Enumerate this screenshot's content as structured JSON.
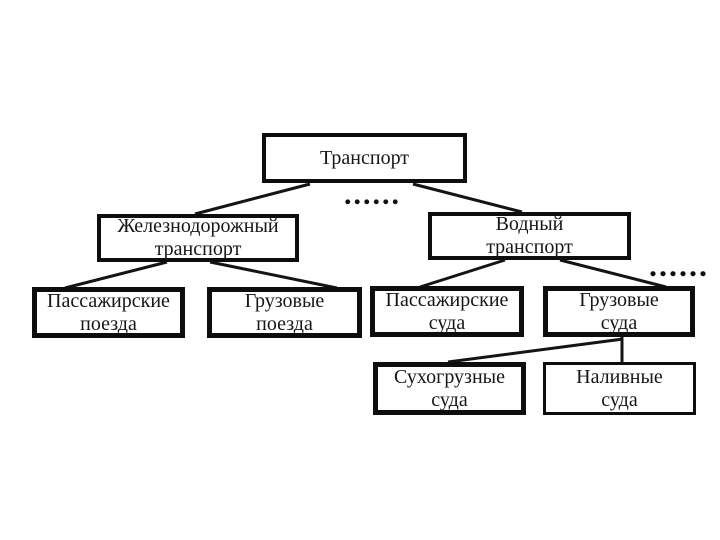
{
  "diagram": {
    "background_color": "#ffffff",
    "line_color": "#141414",
    "border_color": "#0e0e0e",
    "text_color": "#161616",
    "nodes": {
      "transport": {
        "label": "Транспорт"
      },
      "railway_transport": {
        "line1": "Железнодорожный",
        "line2": "транспорт"
      },
      "water_transport": {
        "line1": "Водный",
        "line2": "транспорт"
      },
      "passenger_trains": {
        "line1": "Пассажирские",
        "line2": "поезда"
      },
      "freight_trains": {
        "line1": "Грузовые",
        "line2": "поезда"
      },
      "passenger_ships": {
        "line1": "Пассажирские",
        "line2": "суда"
      },
      "freight_ships": {
        "line1": "Грузовые",
        "line2": "суда"
      },
      "dry_cargo_ships": {
        "line1": "Сухогрузные",
        "line2": "суда"
      },
      "tanker_ships": {
        "line1": "Наливные",
        "line2": "суда"
      }
    },
    "ellipsis_center": "......",
    "ellipsis_right": "......"
  }
}
